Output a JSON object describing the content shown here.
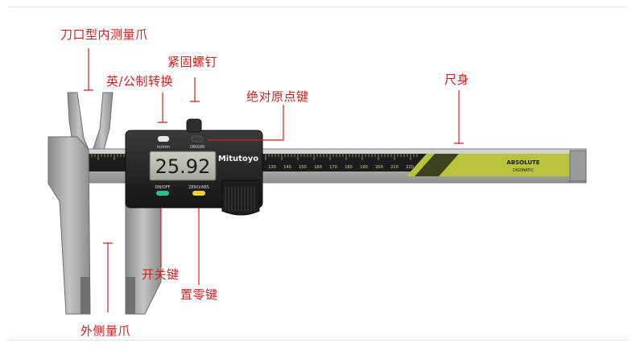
{
  "labels": {
    "blade_inside_jaw": "刀口型内测量爪",
    "locking_screw": "紧固螺钉",
    "inch_metric_switch": "英/公制转换",
    "origin_button": "绝对原点键",
    "main_beam": "尺身",
    "power_button": "开关键",
    "zero_button": "置零键",
    "outside_jaw": "外侧量爪"
  },
  "device": {
    "brand": "Mitutoyo",
    "display_value": "25.92",
    "button_in_mm": "in/mm",
    "button_origin": "ORIGIN",
    "button_on_off": "ON/OFF",
    "button_zero_abs": "ZERO/ABS",
    "decal_line1": "ABSOLUTE",
    "decal_line2": "DIGIMATIC",
    "scale_numbers": [
      "130",
      "140",
      "150",
      "160",
      "170",
      "180",
      "190",
      "200",
      "210",
      "220"
    ]
  },
  "colors": {
    "annotation": "#d42020",
    "steel": "#9a9a9a",
    "scale_band": "#1c1c1c",
    "scale_text": "#d7d7a0",
    "decal": "#b7c43c",
    "on_off_button": "#2fbf8f",
    "zero_button": "#e8d13a"
  }
}
